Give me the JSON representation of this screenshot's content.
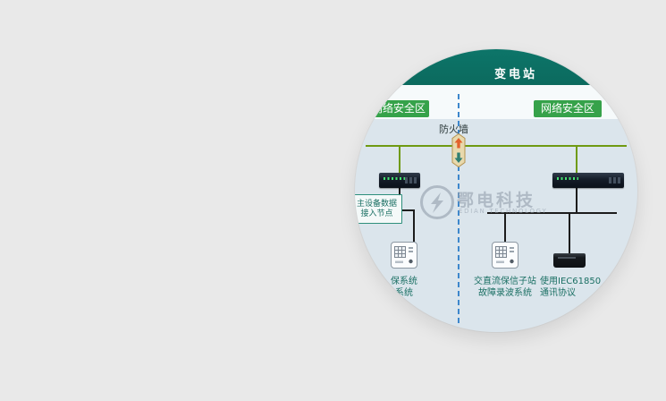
{
  "diagram": {
    "banner": "变电站",
    "zone_left": "网络安全区",
    "zone_right": "网络安全区",
    "firewall_label": "防火墙",
    "node_box": {
      "line1": "主设备数据",
      "line2": "接入节点"
    },
    "bottom_labels": {
      "left": {
        "line1": "保系统",
        "line2": "系统"
      },
      "middle": {
        "line1": "交直流保信子站",
        "line2": "故障录波系统"
      },
      "right": {
        "line1": "使用IEC61850",
        "line2": "通讯协议"
      }
    },
    "watermark": {
      "name": "鄂电科技",
      "sub": "EDIAN TECHNOLOGY"
    },
    "colors": {
      "page_bg": "#e9e9e9",
      "circle_bg": "#dbe5ec",
      "banner_teal": "#0d7569",
      "zone_green": "#36a24a",
      "line_green": "#6f9a12",
      "dashed_blue": "#3d87cc",
      "label_teal": "#1a6f63",
      "connector_black": "#1c1c1c"
    }
  }
}
